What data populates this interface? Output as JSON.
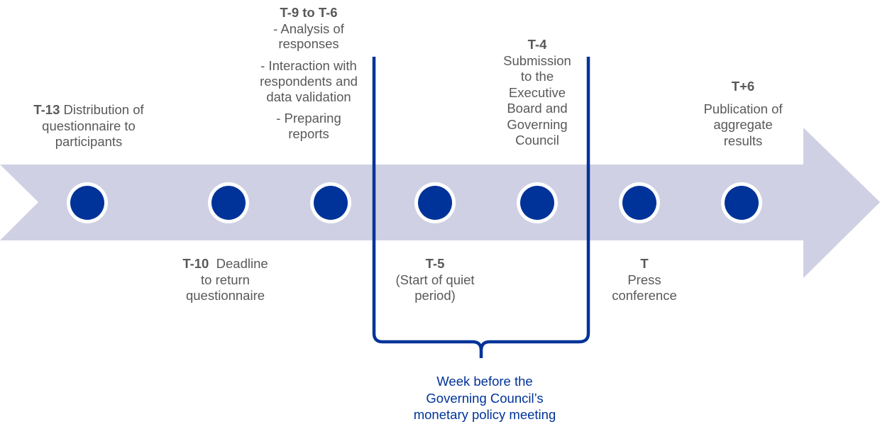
{
  "colors": {
    "arrow": "#cfd0e3",
    "dot": "#003399",
    "dot_ring": "#ffffff",
    "bracket": "#003399",
    "text": "#595959"
  },
  "milestones": [
    {
      "code": "T-13",
      "label_lines": [
        "Distribution of",
        "questionnaire to",
        "participants"
      ]
    },
    {
      "code": "T-10",
      "label_lines": [
        "Deadline",
        "to return",
        "questionnaire"
      ]
    },
    {
      "code": "T-9 to T-6",
      "label_lines": [
        "- Analysis of",
        "responses",
        "- Interaction with",
        "respondents and",
        "data validation",
        "- Preparing",
        "reports"
      ]
    },
    {
      "code": "T-5",
      "label_lines": [
        "(Start of quiet",
        "period)"
      ]
    },
    {
      "code": "T-4",
      "label_lines": [
        "Submission",
        "to the",
        "Executive",
        "Board and",
        "Governing",
        "Council"
      ]
    },
    {
      "code": "T",
      "label_lines": [
        "Press",
        "conference"
      ]
    },
    {
      "code": "T+6",
      "label_lines": [
        "Publication of",
        "aggregate",
        "results"
      ]
    }
  ],
  "bracket_label": [
    "Week before the",
    "Governing Council’s",
    "monetary policy meeting"
  ]
}
